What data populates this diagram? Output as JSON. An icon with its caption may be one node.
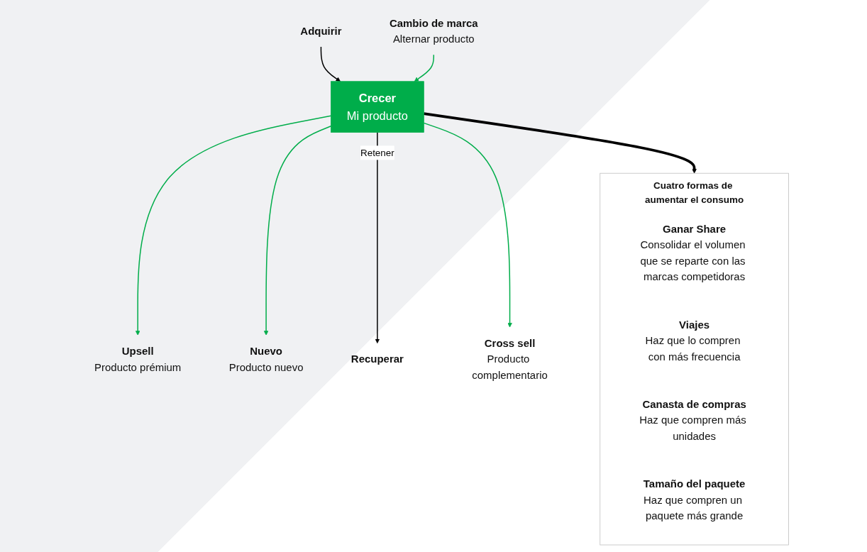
{
  "diagram": {
    "nodes": [
      {
        "text": [
          "Upsell",
          "Producto prémium"
        ]
      },
      {
        "text": [
          "Nuevo",
          "Producto nuevo"
        ]
      },
      {
        "text": [
          "Adquirir"
        ]
      },
      {
        "text": [
          "Cambio de marca",
          "Alternar producto"
        ]
      },
      {
        "text": [
          "Crecer",
          "Mi producto"
        ]
      },
      {
        "text": [
          "Recuperar"
        ]
      },
      {
        "text": [
          "Cross sell",
          "Producto complementario"
        ]
      },
      {
        "text": [
          "Cuatro formas de aumentar el consumo"
        ]
      },
      {
        "text": [
          "Ganar Share",
          "Consolidar el volumen que se reparte con las marcas competidoras"
        ],
        "in": 7
      },
      {
        "text": [
          "Viajes",
          "Haz que lo compren con más frecuencia"
        ],
        "in": 7
      },
      {
        "text": [
          "Canasta de compras",
          "Haz que compren más unidades"
        ],
        "in": 7
      },
      {
        "text": [
          "Tamaño del paquete",
          "Haz que compren un paquete más grande"
        ],
        "in": 7
      }
    ],
    "edges": [
      {
        "from": 4,
        "to": 0,
        "arrow": "to"
      },
      {
        "from": 4,
        "to": 1,
        "arrow": "to"
      },
      {
        "from": 2,
        "to": 4,
        "arrow": "to",
        "color": "#000000"
      },
      {
        "from": 3,
        "to": 4,
        "arrow": "to"
      },
      {
        "from": 4,
        "to": 5,
        "arrow": "to",
        "label": "Retener",
        "color": "#000000"
      },
      {
        "from": 4,
        "to": 6,
        "arrow": "to"
      },
      {
        "from": 4,
        "to": 7,
        "arrow": "to",
        "style": "thick",
        "color": "#000000"
      }
    ]
  }
}
